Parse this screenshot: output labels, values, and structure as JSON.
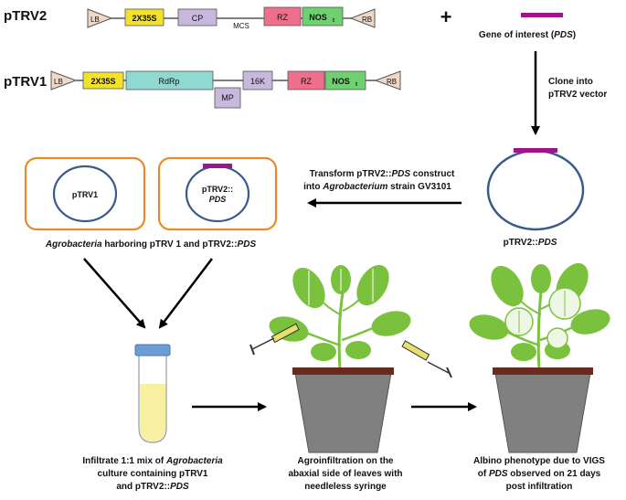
{
  "constructs": {
    "trv2": {
      "name": "pTRV2",
      "lb": "LB",
      "p35s": "2X35S",
      "cp": "CP",
      "mcs": "MCS",
      "rz": "RZ",
      "nos": "NOS",
      "nos_sub": "t",
      "rb": "RB"
    },
    "trv1": {
      "name": "pTRV1",
      "lb": "LB",
      "p35s": "2X35S",
      "rdrp": "RdRp",
      "mp": "MP",
      "k16": "16K",
      "rz": "RZ",
      "nos": "NOS",
      "nos_sub": "t",
      "rb": "RB"
    }
  },
  "plus_sign": "+",
  "gene": {
    "label_prefix": "Gene of interest (",
    "label_italic": "PDS",
    "label_suffix": ")"
  },
  "clone_step": {
    "line1": "Clone into",
    "line2": "pTRV2 vector"
  },
  "plasmid_pds": {
    "prefix": "pTRV2::",
    "italic": "PDS"
  },
  "transform_step": {
    "line1_prefix": "Transform pTRV2::",
    "line1_italic": "PDS",
    "line1_suffix": " construct",
    "line2_prefix": "into ",
    "line2_italic": "Agrobacterium",
    "line2_suffix": " strain GV3101"
  },
  "agro_box1": {
    "label": "pTRV1"
  },
  "agro_box2": {
    "line1": "pTRV2::",
    "line2_italic": "PDS"
  },
  "agro_caption": {
    "italic": "Agrobacteria",
    "middle": " harboring pTRV 1 and pTRV2::",
    "italic2": "PDS"
  },
  "step_infiltrate": {
    "line1_prefix": "Infiltrate 1:1 mix of ",
    "line1_italic": "Agrobacteria",
    "line2": "culture containing pTRV1",
    "line3_prefix": "and pTRV2::",
    "line3_italic": "PDS"
  },
  "step_agroinfiltration": {
    "line1": "Agroinfiltration on the",
    "line2": "abaxial side of leaves with",
    "line3": "needleless syringe"
  },
  "step_albino": {
    "line1": "Albino phenotype due to VIGS",
    "line2_prefix": "of ",
    "line2_italic": "PDS",
    "line2_suffix": " observed on 21 days",
    "line3": "post infiltration"
  },
  "colors": {
    "promoter": "#f2e22c",
    "cp_mp": "#c9b8dd",
    "rdrp": "#8fd9d0",
    "rz": "#ee6f8c",
    "nos": "#6fd06f",
    "border_tri": "#efd8c6",
    "gene_bar": "#a0138e",
    "plasmid": "#3a5a8c",
    "agro_box": "#e88a2a",
    "pot": "#808080",
    "pot_rim": "#6b2a1e",
    "leaf": "#7ac23d",
    "leaf_vein": "#ffffff",
    "tube_cap": "#6b9dd4",
    "tube_liquid": "#f6f0a0",
    "syringe_fill": "#e7df6e"
  }
}
